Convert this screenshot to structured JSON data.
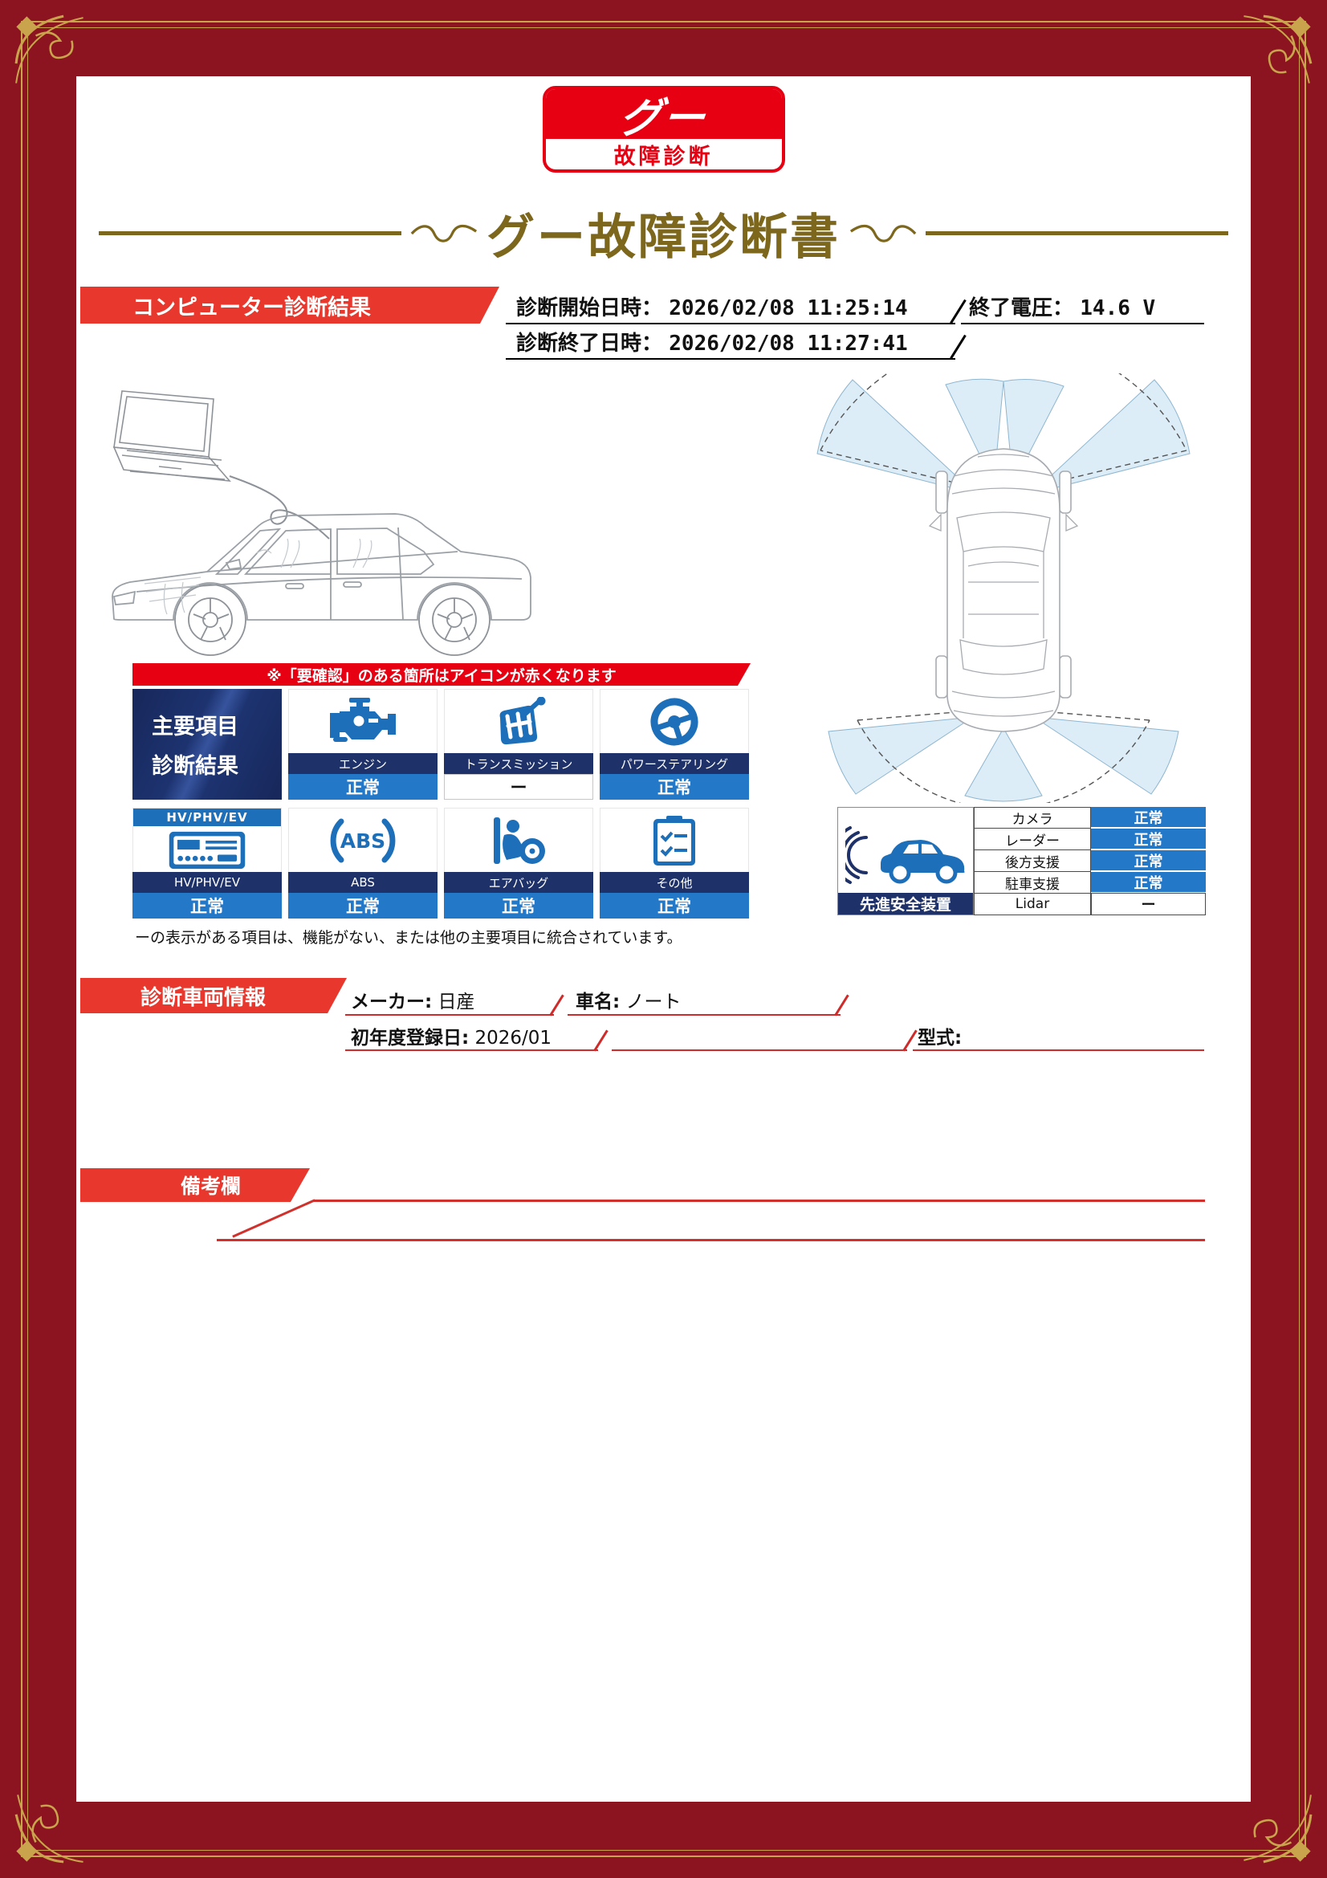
{
  "logo": {
    "brand": "グー",
    "subtitle": "故障診断"
  },
  "title": "グー故障診断書",
  "computer_diagnosis": {
    "section_title": "コンピューター診断結果",
    "start_label": "診断開始日時：",
    "start_value": "2026/02/08 11:25:14",
    "end_voltage_label": "終了電圧：",
    "end_voltage_value": "14.6 V",
    "end_label": "診断終了日時：",
    "end_value": "2026/02/08 11:27:41",
    "notice": "※「要確認」のある箇所はアイコンが赤くなります"
  },
  "main_diagnosis": {
    "header_line1": "主要項目",
    "header_line2": "診断結果",
    "items": [
      {
        "label": "エンジン",
        "status": "正常",
        "status_class": "status-normal"
      },
      {
        "label": "トランスミッション",
        "status": "ー",
        "status_class": "status-none"
      },
      {
        "label": "パワーステアリング",
        "status": "正常",
        "status_class": "status-normal"
      },
      {
        "label": "HV/PHV/EV",
        "status": "正常",
        "status_class": "status-normal",
        "screen_text": "HV/PHV/EV"
      },
      {
        "label": "ABS",
        "status": "正常",
        "status_class": "status-normal",
        "icon_text": "ABS"
      },
      {
        "label": "エアバッグ",
        "status": "正常",
        "status_class": "status-normal"
      },
      {
        "label": "その他",
        "status": "正常",
        "status_class": "status-normal"
      }
    ],
    "footnote": "ーの表示がある項目は、機能がない、または他の主要項目に統合されています。"
  },
  "advanced_safety": {
    "title": "先進安全装置",
    "rows": [
      {
        "label": "カメラ",
        "status": "正常",
        "status_class": "status-normal"
      },
      {
        "label": "レーダー",
        "status": "正常",
        "status_class": "status-normal"
      },
      {
        "label": "後方支援",
        "status": "正常",
        "status_class": "status-normal"
      },
      {
        "label": "駐車支援",
        "status": "正常",
        "status_class": "status-normal"
      },
      {
        "label": "Lidar",
        "status": "ー",
        "status_class": "status-none"
      }
    ]
  },
  "vehicle_info": {
    "section_title": "診断車両情報",
    "maker_label": "メーカー:",
    "maker_value": "日産",
    "car_name_label": "車名:",
    "car_name_value": "ノート",
    "first_reg_label": "初年度登録日:",
    "first_reg_value": "2026/01",
    "model_label": "型式:"
  },
  "remarks": {
    "section_title": "備考欄"
  },
  "icons": {
    "engine": "engine-icon",
    "transmission": "transmission-icon",
    "power_steering": "steering-wheel-icon",
    "hv_phv_ev": "ev-meter-icon",
    "abs": "abs-icon",
    "airbag": "airbag-icon",
    "other": "checklist-icon",
    "advanced_safety": "car-sensor-icon"
  },
  "colors": {
    "brand_red": "#e60012",
    "banner_red": "#e8372c",
    "icon_blue": "#1c6fb8",
    "status_blue": "#2478c8",
    "label_navy": "#1e3168",
    "title_gold": "#7c671c",
    "frame_maroon": "#8c1420"
  }
}
